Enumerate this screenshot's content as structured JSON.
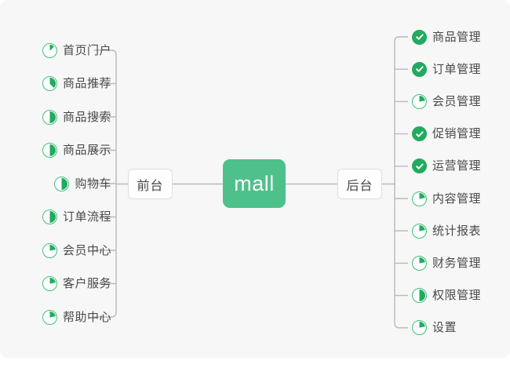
{
  "diagram": {
    "type": "mindmap",
    "root": {
      "label": "mall"
    },
    "branches": [
      {
        "id": "frontend",
        "label": "前台",
        "side": "left",
        "children": [
          {
            "label": "首页门户",
            "status": "pie",
            "progress": 13
          },
          {
            "label": "商品推荐",
            "status": "pie",
            "progress": 38
          },
          {
            "label": "商品搜索",
            "status": "pie",
            "progress": 50
          },
          {
            "label": "商品展示",
            "status": "pie",
            "progress": 50
          },
          {
            "label": "购物车",
            "status": "pie",
            "progress": 50
          },
          {
            "label": "订单流程",
            "status": "pie",
            "progress": 50
          },
          {
            "label": "会员中心",
            "status": "pie",
            "progress": 22
          },
          {
            "label": "客户服务",
            "status": "pie",
            "progress": 22
          },
          {
            "label": "帮助中心",
            "status": "pie",
            "progress": 22
          }
        ]
      },
      {
        "id": "backend",
        "label": "后台",
        "side": "right",
        "children": [
          {
            "label": "商品管理",
            "status": "done",
            "progress": 100
          },
          {
            "label": "订单管理",
            "status": "done",
            "progress": 100
          },
          {
            "label": "会员管理",
            "status": "pie",
            "progress": 22
          },
          {
            "label": "促销管理",
            "status": "done",
            "progress": 100
          },
          {
            "label": "运营管理",
            "status": "done",
            "progress": 100
          },
          {
            "label": "内容管理",
            "status": "pie",
            "progress": 22
          },
          {
            "label": "统计报表",
            "status": "pie",
            "progress": 22
          },
          {
            "label": "财务管理",
            "status": "pie",
            "progress": 22
          },
          {
            "label": "权限管理",
            "status": "pie",
            "progress": 50
          },
          {
            "label": "设置",
            "status": "pie",
            "progress": 22
          }
        ]
      }
    ]
  },
  "colors": {
    "root_fill": "#4ec18a",
    "root_text": "#ffffff",
    "node_fill": "#ffffff",
    "node_border": "#dddddd",
    "node_text": "#444444",
    "leaf_text": "#4a4a4a",
    "pie_ring": "#3ec17c",
    "pie_fill": "#22aa5f",
    "done_fill": "#22aa5f",
    "check_mark": "#ffffff",
    "connector": "#b9b9b9",
    "canvas_bg": "#f7f7f7",
    "page_bg": "#ffffff"
  },
  "icons": {
    "pie": "pie-progress-icon",
    "done": "check-circle-icon"
  }
}
